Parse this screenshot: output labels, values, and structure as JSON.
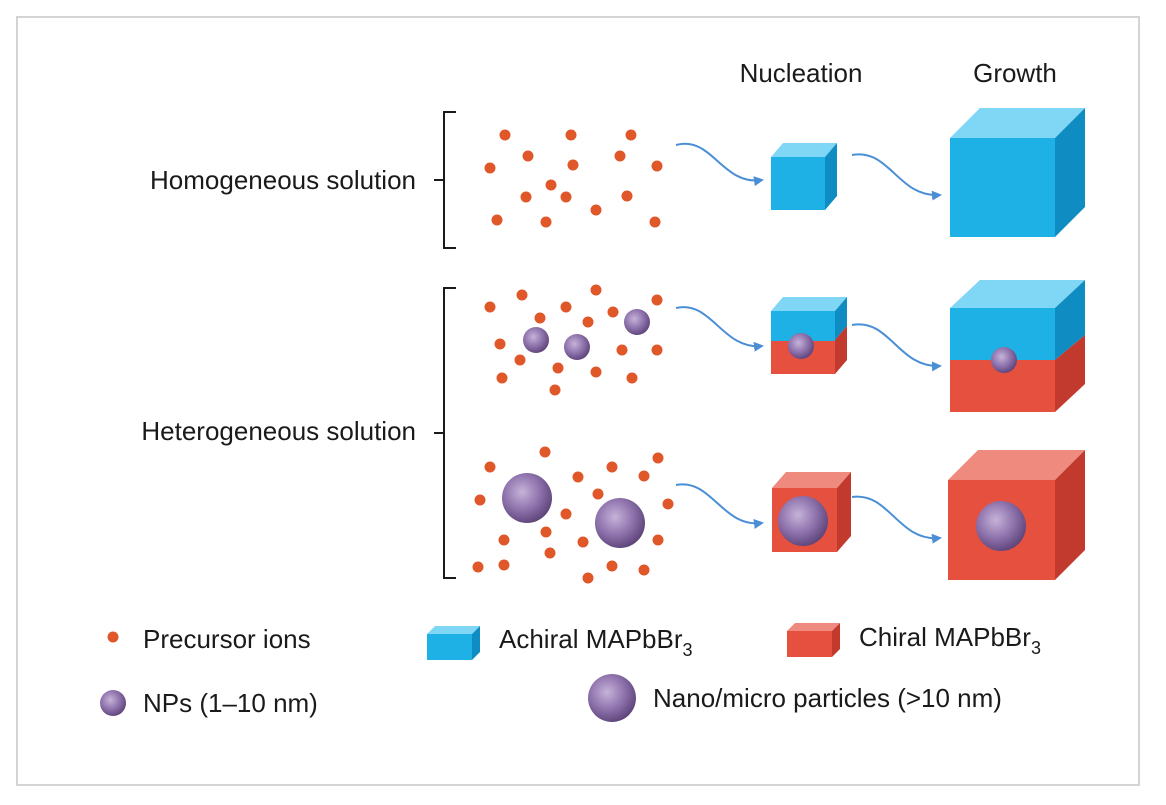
{
  "headers": {
    "nucleation": "Nucleation",
    "growth": "Growth"
  },
  "rows": {
    "homogeneous": "Homogeneous solution",
    "heterogeneous": "Heterogeneous solution"
  },
  "legend": {
    "precursor": "Precursor ions",
    "achiral_main": "Achiral MAPbBr",
    "achiral_sub": "3",
    "chiral_main": "Chiral MAPbBr",
    "chiral_sub": "3",
    "nps": "NPs (1–10 nm)",
    "nano_micro": "Nano/micro particles (>10 nm)"
  },
  "colors": {
    "precursor": "#e0572a",
    "achiral": "#1eb1e6",
    "chiral": "#e6503f",
    "particle": "#8b6fa8",
    "arrow": "#4a8fd6"
  }
}
